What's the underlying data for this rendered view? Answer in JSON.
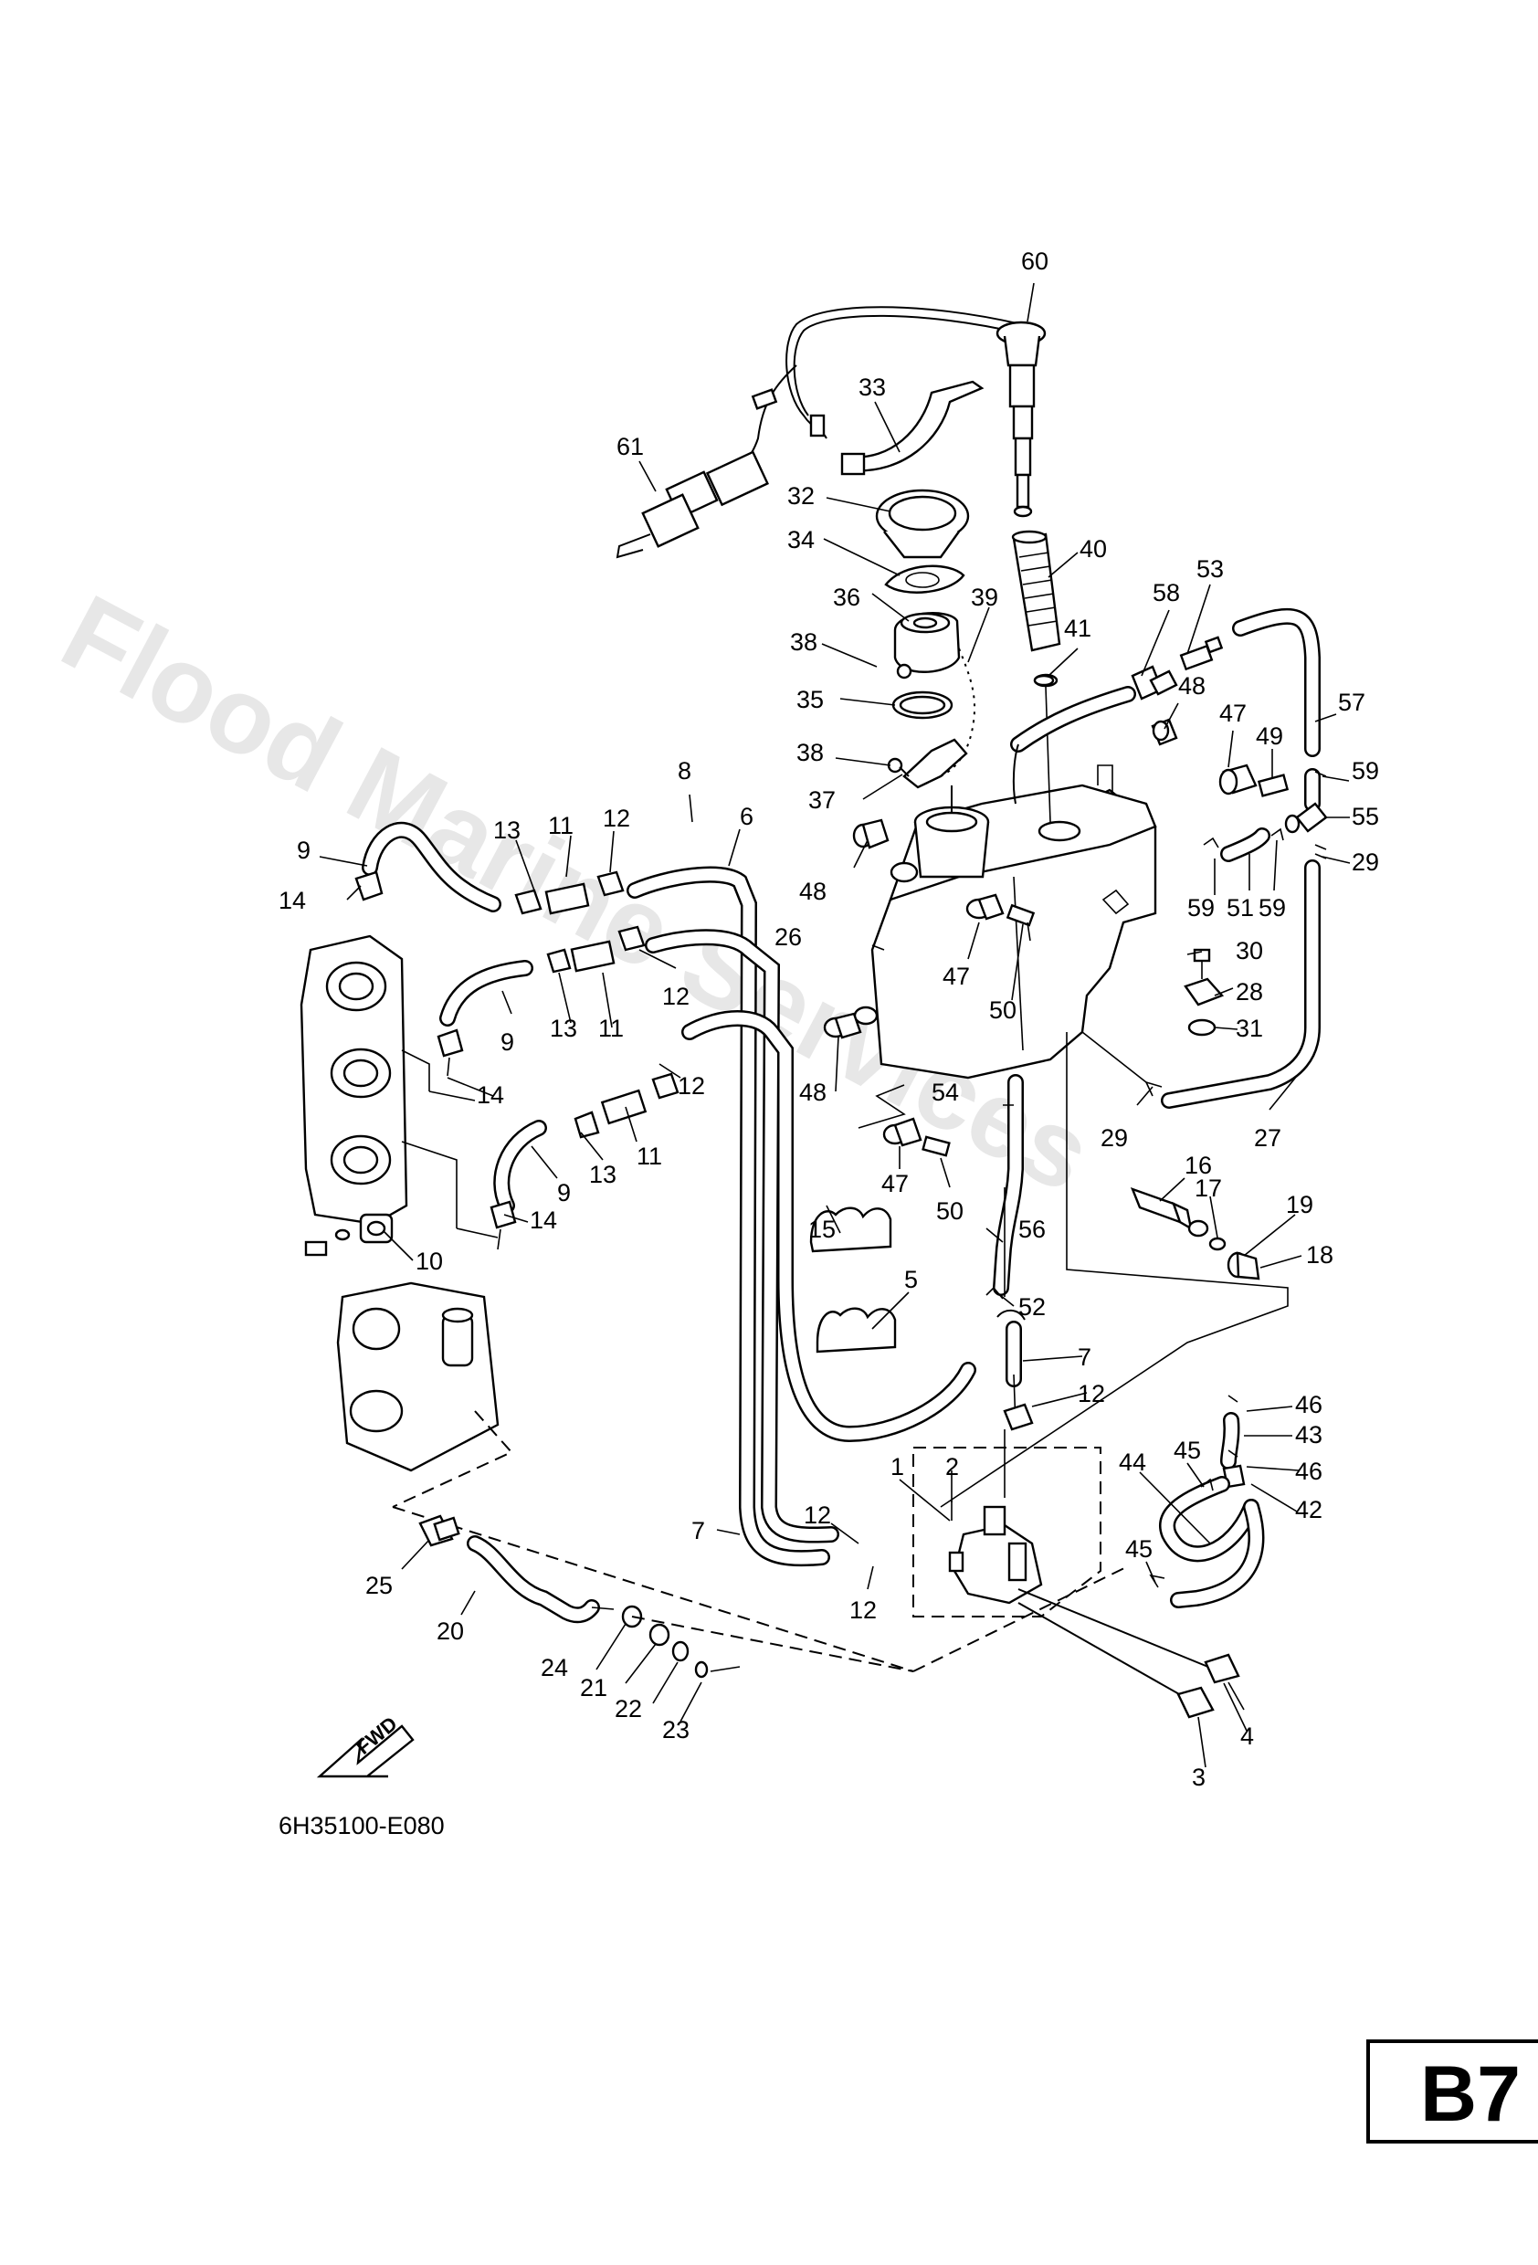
{
  "diagram": {
    "code": "6H35100-E080",
    "page": "B7",
    "watermark": "Flood Marine Services",
    "fwd_label": "FWD"
  },
  "callouts": [
    {
      "n": "60"
    },
    {
      "n": "33"
    },
    {
      "n": "61"
    },
    {
      "n": "32"
    },
    {
      "n": "34"
    },
    {
      "n": "40"
    },
    {
      "n": "36"
    },
    {
      "n": "39"
    },
    {
      "n": "53"
    },
    {
      "n": "38"
    },
    {
      "n": "41"
    },
    {
      "n": "58"
    },
    {
      "n": "35"
    },
    {
      "n": "48"
    },
    {
      "n": "57"
    },
    {
      "n": "47"
    },
    {
      "n": "49"
    },
    {
      "n": "38"
    },
    {
      "n": "59"
    },
    {
      "n": "8"
    },
    {
      "n": "37"
    },
    {
      "n": "55"
    },
    {
      "n": "9"
    },
    {
      "n": "13"
    },
    {
      "n": "11"
    },
    {
      "n": "12"
    },
    {
      "n": "6"
    },
    {
      "n": "59"
    },
    {
      "n": "51"
    },
    {
      "n": "59"
    },
    {
      "n": "29"
    },
    {
      "n": "14"
    },
    {
      "n": "48"
    },
    {
      "n": "26"
    },
    {
      "n": "30"
    },
    {
      "n": "47"
    },
    {
      "n": "28"
    },
    {
      "n": "12"
    },
    {
      "n": "13"
    },
    {
      "n": "50"
    },
    {
      "n": "11"
    },
    {
      "n": "9"
    },
    {
      "n": "31"
    },
    {
      "n": "14"
    },
    {
      "n": "48"
    },
    {
      "n": "12"
    },
    {
      "n": "54"
    },
    {
      "n": "29"
    },
    {
      "n": "27"
    },
    {
      "n": "11"
    },
    {
      "n": "13"
    },
    {
      "n": "47"
    },
    {
      "n": "16"
    },
    {
      "n": "9"
    },
    {
      "n": "17"
    },
    {
      "n": "19"
    },
    {
      "n": "14"
    },
    {
      "n": "50"
    },
    {
      "n": "15"
    },
    {
      "n": "56"
    },
    {
      "n": "18"
    },
    {
      "n": "10"
    },
    {
      "n": "5"
    },
    {
      "n": "52"
    },
    {
      "n": "7"
    },
    {
      "n": "12"
    },
    {
      "n": "46"
    },
    {
      "n": "43"
    },
    {
      "n": "45"
    },
    {
      "n": "46"
    },
    {
      "n": "1"
    },
    {
      "n": "2"
    },
    {
      "n": "44"
    },
    {
      "n": "12"
    },
    {
      "n": "42"
    },
    {
      "n": "7"
    },
    {
      "n": "45"
    },
    {
      "n": "25"
    },
    {
      "n": "12"
    },
    {
      "n": "20"
    },
    {
      "n": "24"
    },
    {
      "n": "21"
    },
    {
      "n": "22"
    },
    {
      "n": "4"
    },
    {
      "n": "23"
    },
    {
      "n": "3"
    }
  ]
}
